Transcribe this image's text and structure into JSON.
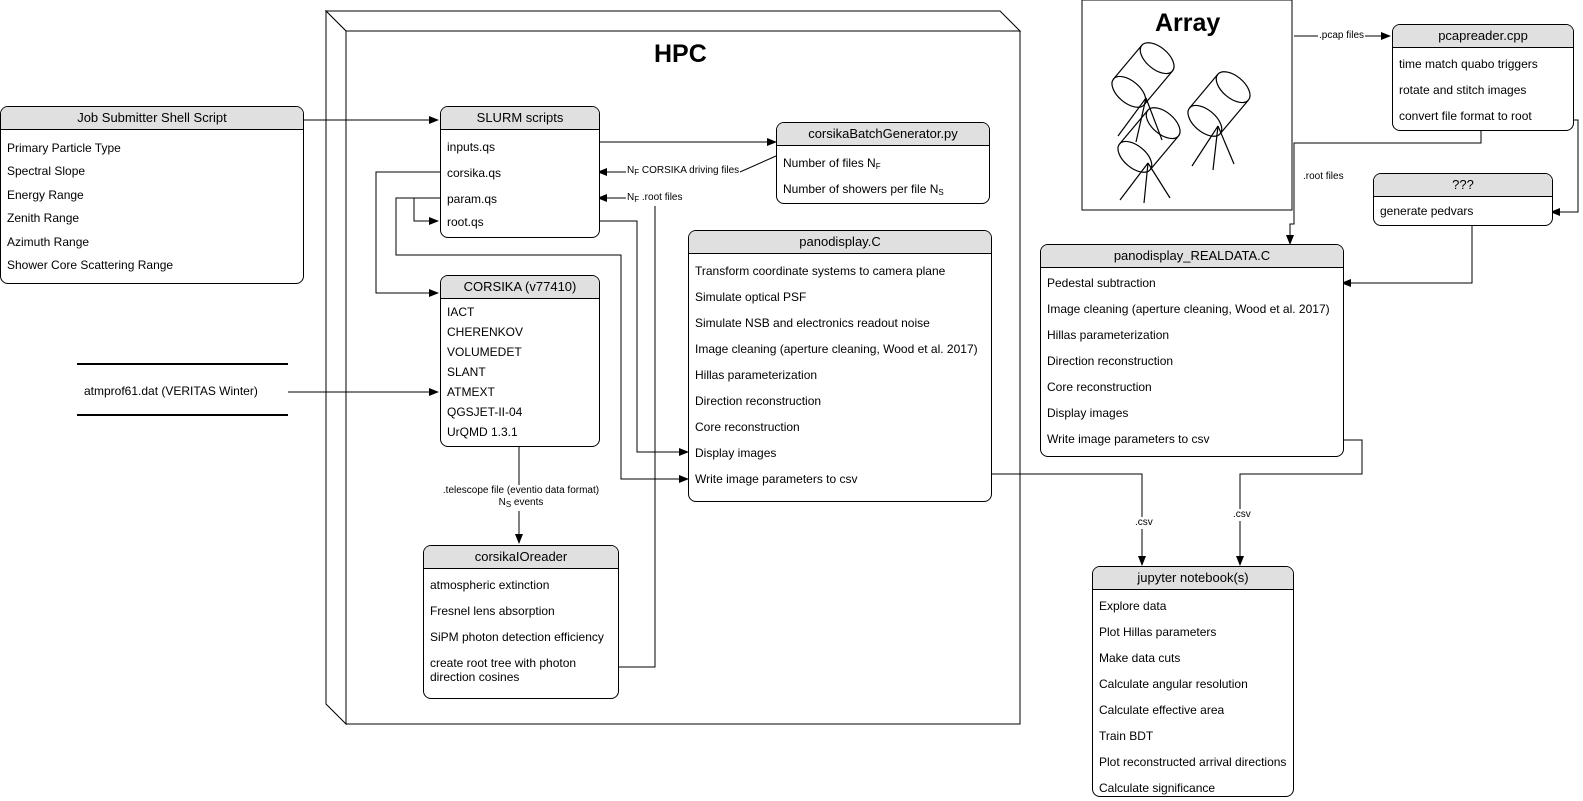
{
  "hpc": {
    "title": "HPC"
  },
  "array": {
    "title": "Array"
  },
  "job_submitter": {
    "title": "Job Submitter Shell Script",
    "items": [
      "Primary Particle Type",
      "Spectral Slope",
      "Energy Range",
      "Zenith Range",
      "Azimuth Range",
      "Shower Core Scattering Range"
    ]
  },
  "slurm": {
    "title": "SLURM scripts",
    "items": [
      "inputs.qs",
      "corsika.qs",
      "param.qs",
      "root.qs"
    ]
  },
  "batch_generator": {
    "title": "corsikaBatchGenerator.py",
    "items": [
      {
        "text": "Number of files N",
        "sub": "F"
      },
      {
        "text": "Number of showers per file N",
        "sub": "S"
      }
    ]
  },
  "corsika": {
    "title": "CORSIKA (v77410)",
    "items": [
      "IACT",
      "CHERENKOV",
      "VOLUMEDET",
      "SLANT",
      "ATMEXT",
      "QGSJET-II-04",
      "UrQMD 1.3.1"
    ]
  },
  "atm_file": {
    "label": "atmprof61.dat (VERITAS Winter)"
  },
  "panodisplay": {
    "title": "panodisplay.C",
    "items": [
      "Transform coordinate systems to camera plane",
      "Simulate optical PSF",
      "Simulate NSB and electronics readout noise",
      "Image cleaning (aperture cleaning, Wood et al. 2017)",
      "Hillas parameterization",
      "Direction reconstruction",
      "Core reconstruction",
      "Display images",
      "Write image parameters to csv"
    ]
  },
  "io_reader": {
    "title": "corsikaIOreader",
    "items": [
      "atmospheric extinction",
      "Fresnel lens absorption",
      "SiPM photon detection efficiency",
      "create root tree with photon direction cosines"
    ]
  },
  "pcapreader": {
    "title": "pcapreader.cpp",
    "items": [
      "time match quabo triggers",
      "rotate and stitch images",
      "convert file format to root"
    ]
  },
  "unknown_box": {
    "title": "???",
    "items": [
      "generate pedvars"
    ]
  },
  "realdata": {
    "title": "panodisplay_REALDATA.C",
    "items": [
      "Pedestal subtraction",
      "Image cleaning (aperture cleaning, Wood et al. 2017)",
      "Hillas parameterization",
      "Direction reconstruction",
      "Core reconstruction",
      "Display images",
      "Write image parameters to csv"
    ]
  },
  "jupyter": {
    "title": "jupyter notebook(s)",
    "items": [
      "Explore data",
      "Plot Hillas parameters",
      "Make data cuts",
      "Calculate angular resolution",
      "Calculate effective area",
      "Train BDT",
      "Plot reconstructed arrival directions",
      "Calculate significance"
    ]
  },
  "edges": {
    "corsika_driving": {
      "pre": "N",
      "sub": "F",
      "post": " CORSIKA driving files"
    },
    "root_files_n": {
      "pre": "N",
      "sub": "F",
      "post": " .root files"
    },
    "telescope_line1": ".telescope file (eventio data format)",
    "telescope_line2": {
      "pre": "N",
      "sub": "S",
      "post": " events"
    },
    "pcap_files": ".pcap files",
    "root_files": ".root files",
    "csv_left": ".csv",
    "csv_right": ".csv"
  }
}
